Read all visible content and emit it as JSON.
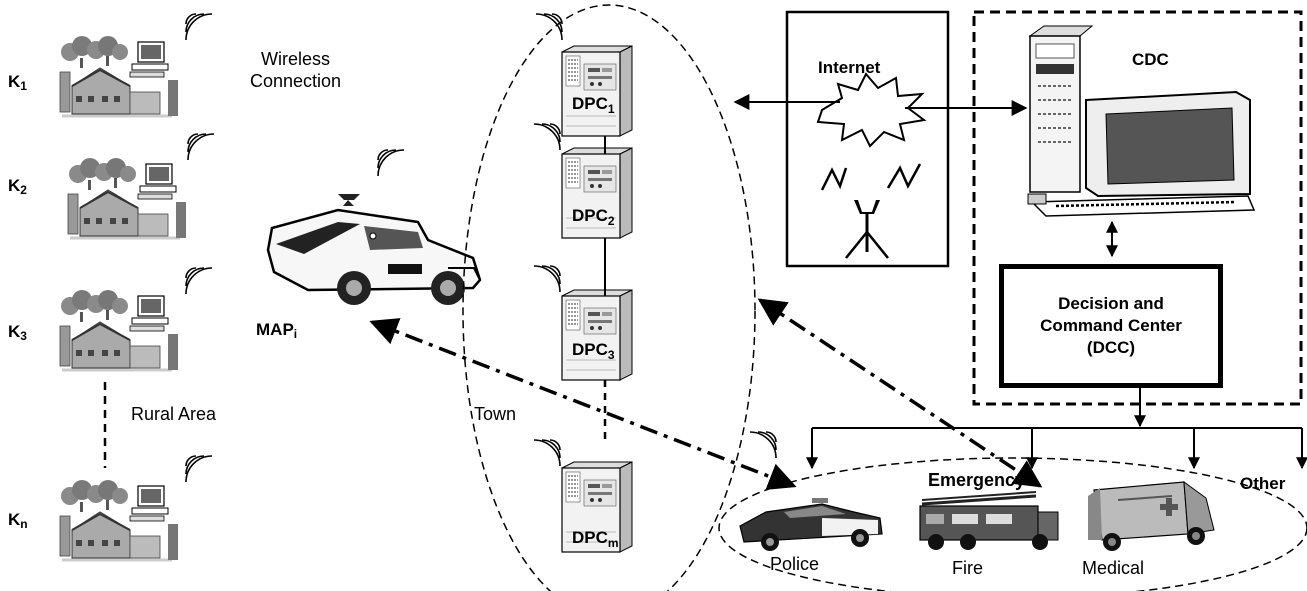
{
  "nodes": {
    "k1": {
      "base": "K",
      "sub": "1"
    },
    "k2": {
      "base": "K",
      "sub": "2"
    },
    "k3": {
      "base": "K",
      "sub": "3"
    },
    "kn": {
      "base": "K",
      "sub": "n"
    },
    "map": {
      "base": "MAP",
      "sub": "i"
    },
    "dpc1": {
      "base": "DPC",
      "sub": "1"
    },
    "dpc2": {
      "base": "DPC",
      "sub": "2"
    },
    "dpc3": {
      "base": "DPC",
      "sub": "3"
    },
    "dpcm": {
      "base": "DPC",
      "sub": "m"
    }
  },
  "labels": {
    "wireless_line1": "Wireless",
    "wireless_line2": "Connection",
    "rural_area": "Rural Area",
    "town": "Town",
    "internet": "Internet",
    "cdc": "CDC",
    "dcc_line1": "Decision and",
    "dcc_line2": "Command Center",
    "dcc_line3": "(DCC)",
    "emergency": "Emergency",
    "other": "Other",
    "police": "Police",
    "fire": "Fire",
    "medical": "Medical"
  },
  "icons": {
    "farm": "farm-with-computer-icon",
    "bus": "bus-icon",
    "server": "server-tower-icon",
    "antenna": "antenna-tower-icon",
    "cloud": "internet-cloud-icon",
    "computer": "desktop-computer-icon",
    "police": "police-car-icon",
    "fire": "fire-truck-icon",
    "medical": "ambulance-icon",
    "wireless": "wireless-signal-icon"
  }
}
